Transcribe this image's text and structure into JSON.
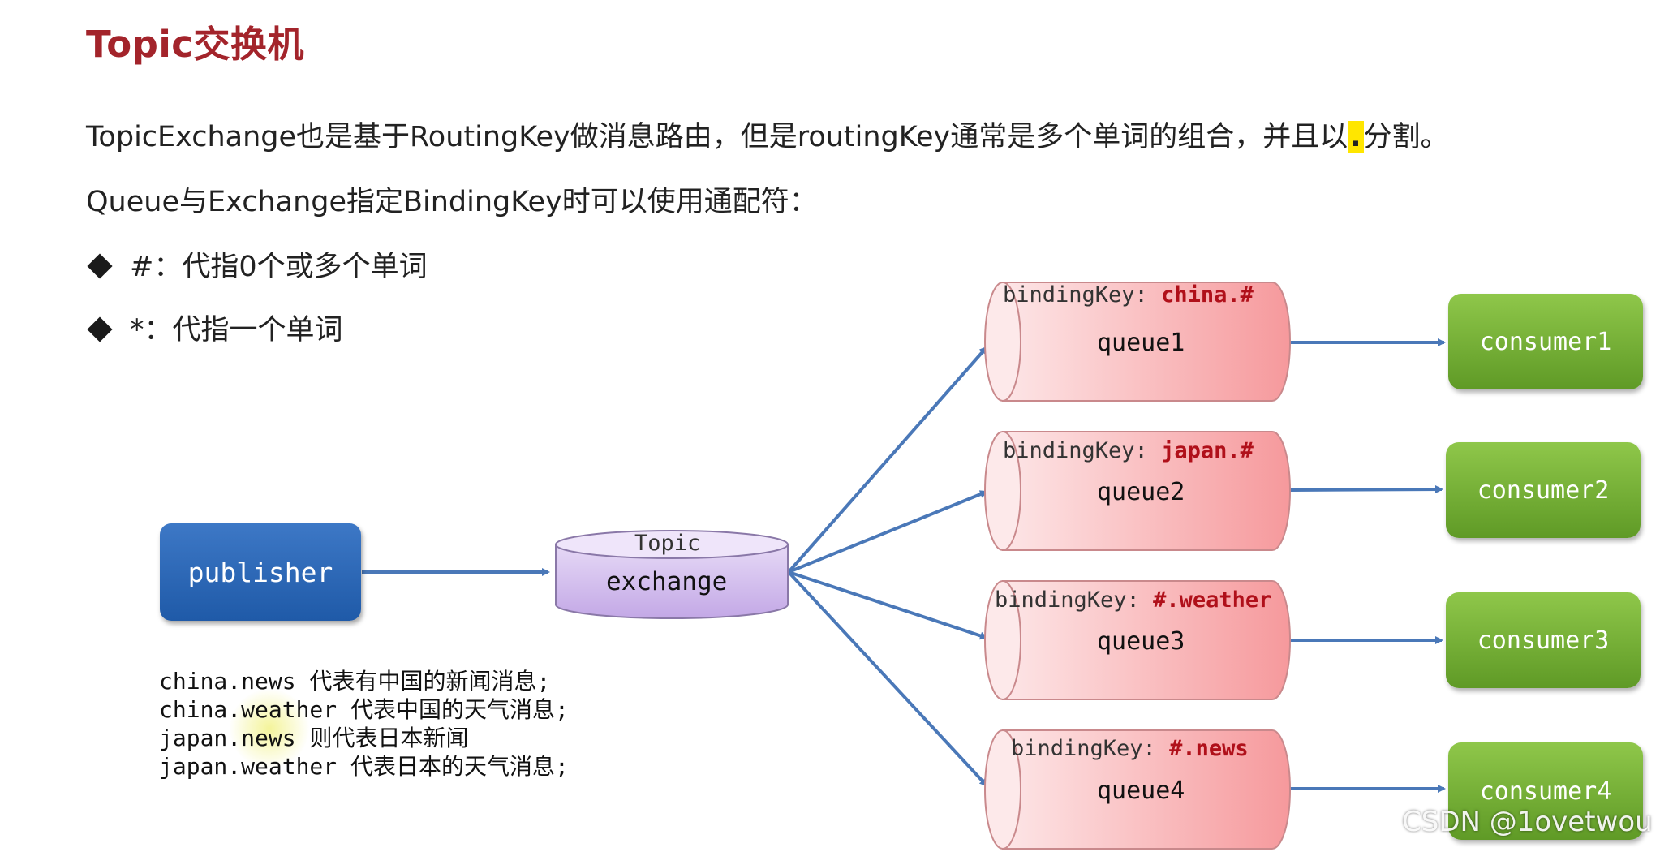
{
  "title": "Topic交换机",
  "intro": {
    "line1_before": "TopicExchange也是基于RoutingKey做消息路由，但是routingKey通常是多个单词的组合，并且以",
    "line1_dot": ".",
    "line1_after": "分割。",
    "line2": "Queue与Exchange指定BindingKey时可以使用通配符："
  },
  "bullets": [
    {
      "text": "#：代指0个或多个单词"
    },
    {
      "text": "*：代指一个单词"
    }
  ],
  "diagram": {
    "publisher": "publisher",
    "exchange": {
      "type": "Topic",
      "name": "exchange"
    },
    "queues": [
      {
        "name": "queue1",
        "binding_label": "bindingKey: ",
        "binding_key": "china.#",
        "consumer": "consumer1"
      },
      {
        "name": "queue2",
        "binding_label": "bindingKey: ",
        "binding_key": "japan.#",
        "consumer": "consumer2"
      },
      {
        "name": "queue3",
        "binding_label": "bindingKey: ",
        "binding_key": "#.weather",
        "consumer": "consumer3"
      },
      {
        "name": "queue4",
        "binding_label": "bindingKey: ",
        "binding_key": "#.news",
        "consumer": "consumer4"
      }
    ],
    "colors": {
      "publisher": "#2a64b4",
      "exchange": "#cdb5ea",
      "queue": "#f8a8aa",
      "consumer": "#76b038",
      "arrow": "#4a78b8",
      "binding_key": "#b0101a"
    }
  },
  "examples": [
    {
      "key": "china.news",
      "desc": "代表有中国的新闻消息;"
    },
    {
      "key": "china.weather",
      "desc": "代表中国的天气消息;"
    },
    {
      "key": "japan.news",
      "desc": "则代表日本新闻"
    },
    {
      "key": "japan.weather",
      "desc": "代表日本的天气消息;"
    }
  ],
  "watermark": "CSDN @1ovetwou"
}
